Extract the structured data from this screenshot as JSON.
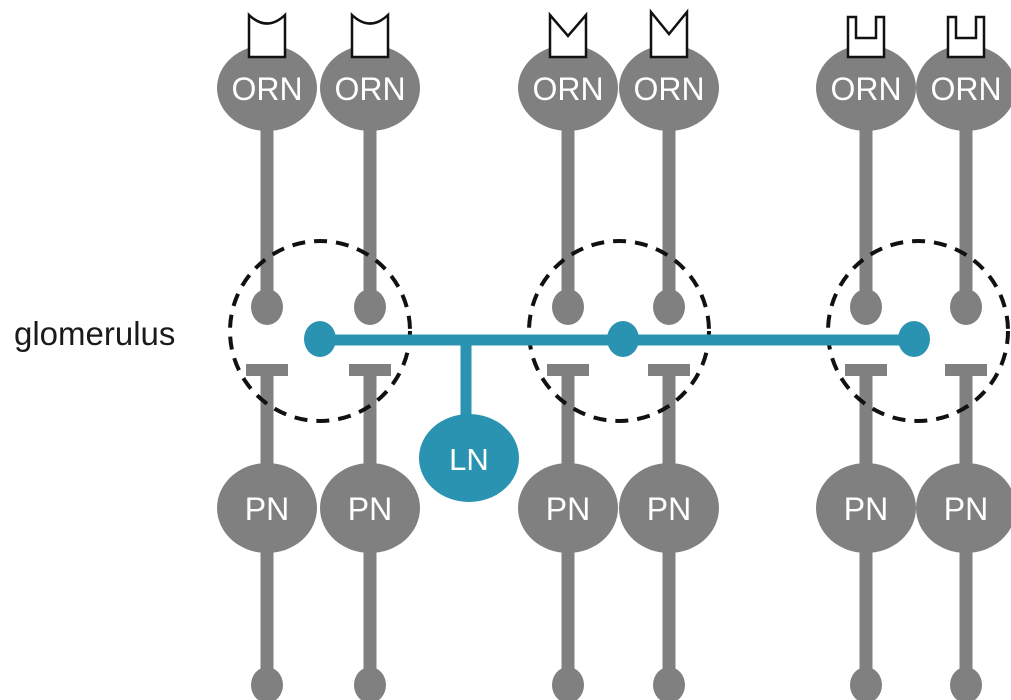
{
  "diagram": {
    "glomerulus_label": "glomerulus",
    "orn_label": "ORN",
    "pn_label": "PN",
    "ln_label": "LN",
    "colors": {
      "neuron_gray": "#808080",
      "interneuron_teal": "#2a93b1",
      "outline": "#111111",
      "text_white": "#ffffff",
      "text_dark": "#1a1a1a"
    },
    "receptor_types": [
      "u-cup",
      "v-notch",
      "square-notch"
    ]
  }
}
